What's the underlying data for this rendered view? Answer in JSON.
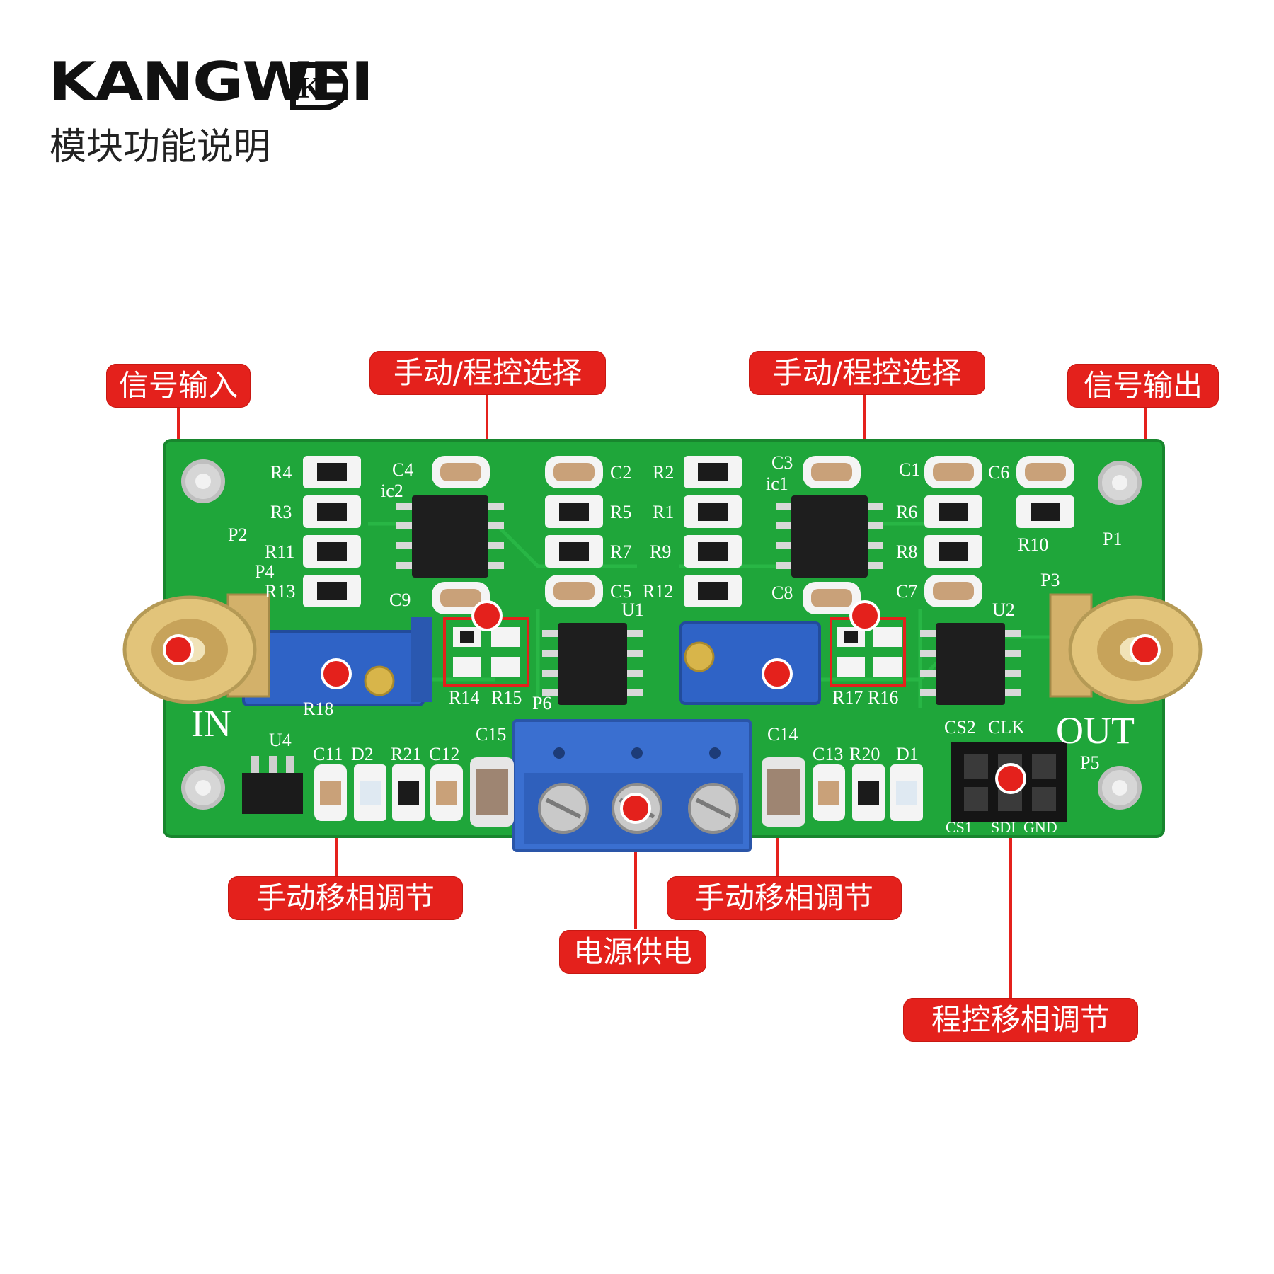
{
  "header": {
    "brand": "KANGWEI",
    "brand_mark": "K",
    "subtitle": "模块功能说明"
  },
  "callouts": {
    "signal_input": "信号输入",
    "select_left": "手动/程控选择",
    "select_right": "手动/程控选择",
    "signal_output": "信号输出",
    "manual_phase_left": "手动移相调节",
    "manual_phase_right": "手动移相调节",
    "power_supply": "电源供电",
    "program_phase": "程控移相调节"
  },
  "board": {
    "silkscreen": {
      "in": "IN",
      "out": "OUT",
      "r4": "R4",
      "r3": "R3",
      "r11": "R11",
      "r13": "R13",
      "c4": "C4",
      "ic2": "ic2",
      "c9": "C9",
      "c2": "C2",
      "r5": "R5",
      "r7": "R7",
      "c5": "C5",
      "u1": "U1",
      "r2": "R2",
      "r1": "R1",
      "r9": "R9",
      "r12": "R12",
      "c3": "C3",
      "ic1": "ic1",
      "c8": "C8",
      "c1": "C1",
      "r6": "R6",
      "r8": "R8",
      "c7": "C7",
      "c6": "C6",
      "r10": "R10",
      "u2": "U2",
      "p1": "P1",
      "p2": "P2",
      "p3": "P3",
      "p4": "P4",
      "p5": "P5",
      "p6": "P6",
      "r14": "R14",
      "r15": "R15",
      "r17": "R17",
      "r16": "R16",
      "r18": "R18",
      "u4": "U4",
      "c11": "C11",
      "d2": "D2",
      "r21": "R21",
      "c12": "C12",
      "c15": "C15",
      "c14": "C14",
      "c13": "C13",
      "r20": "R20",
      "d1": "D1",
      "cs2": "CS2",
      "clk": "CLK",
      "cs1": "CS1",
      "sdi": "SDI",
      "gnd": "GND"
    }
  },
  "colors": {
    "callout_red": "#e4211c",
    "pcb_green": "#1fa63a",
    "connector_blue": "#3a6fd0",
    "gold": "#d8b54a"
  }
}
